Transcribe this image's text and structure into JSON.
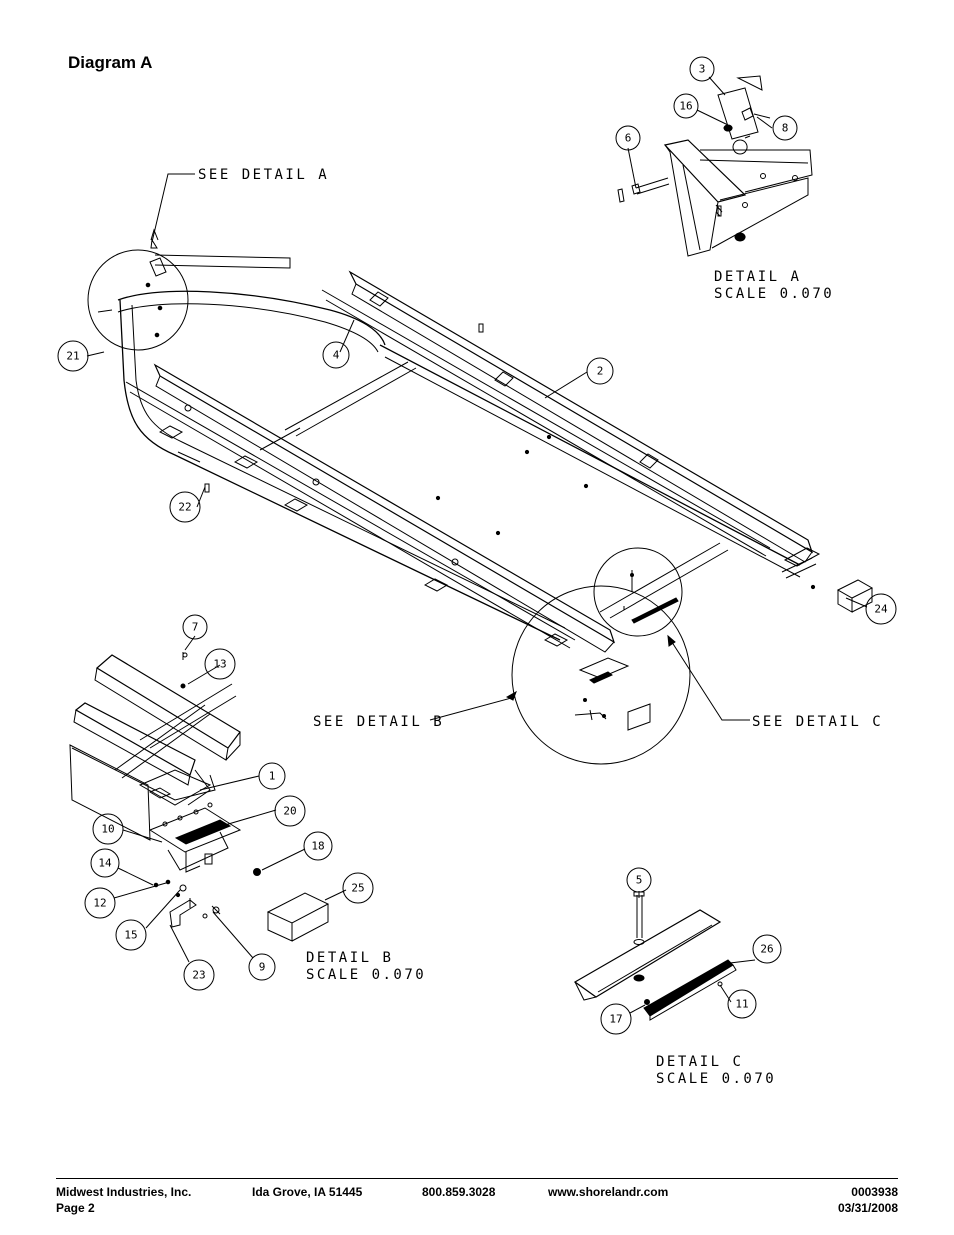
{
  "page": {
    "title": "Diagram A"
  },
  "callouts": {
    "see_detail_a": "SEE DETAIL  A",
    "see_detail_b": "SEE DETAIL  B",
    "see_detail_c": "SEE DETAIL  C"
  },
  "details": [
    {
      "name": "DETAIL  A",
      "scale": "SCALE  0.070"
    },
    {
      "name": "DETAIL  B",
      "scale": "SCALE  0.070"
    },
    {
      "name": "DETAIL  C",
      "scale": "SCALE  0.070"
    }
  ],
  "balloons": [
    "1",
    "2",
    "3",
    "4",
    "5",
    "6",
    "7",
    "8",
    "9",
    "10",
    "11",
    "12",
    "13",
    "14",
    "15",
    "16",
    "17",
    "18",
    "20",
    "21",
    "22",
    "23",
    "24",
    "25",
    "26"
  ],
  "footer": {
    "company": "Midwest Industries, Inc.",
    "page": "Page 2",
    "location": "Ida Grove, IA  51445",
    "phone": "800.859.3028",
    "website": "www.shorelandr.com",
    "doc_number": "0003938",
    "date": "03/31/2008"
  }
}
